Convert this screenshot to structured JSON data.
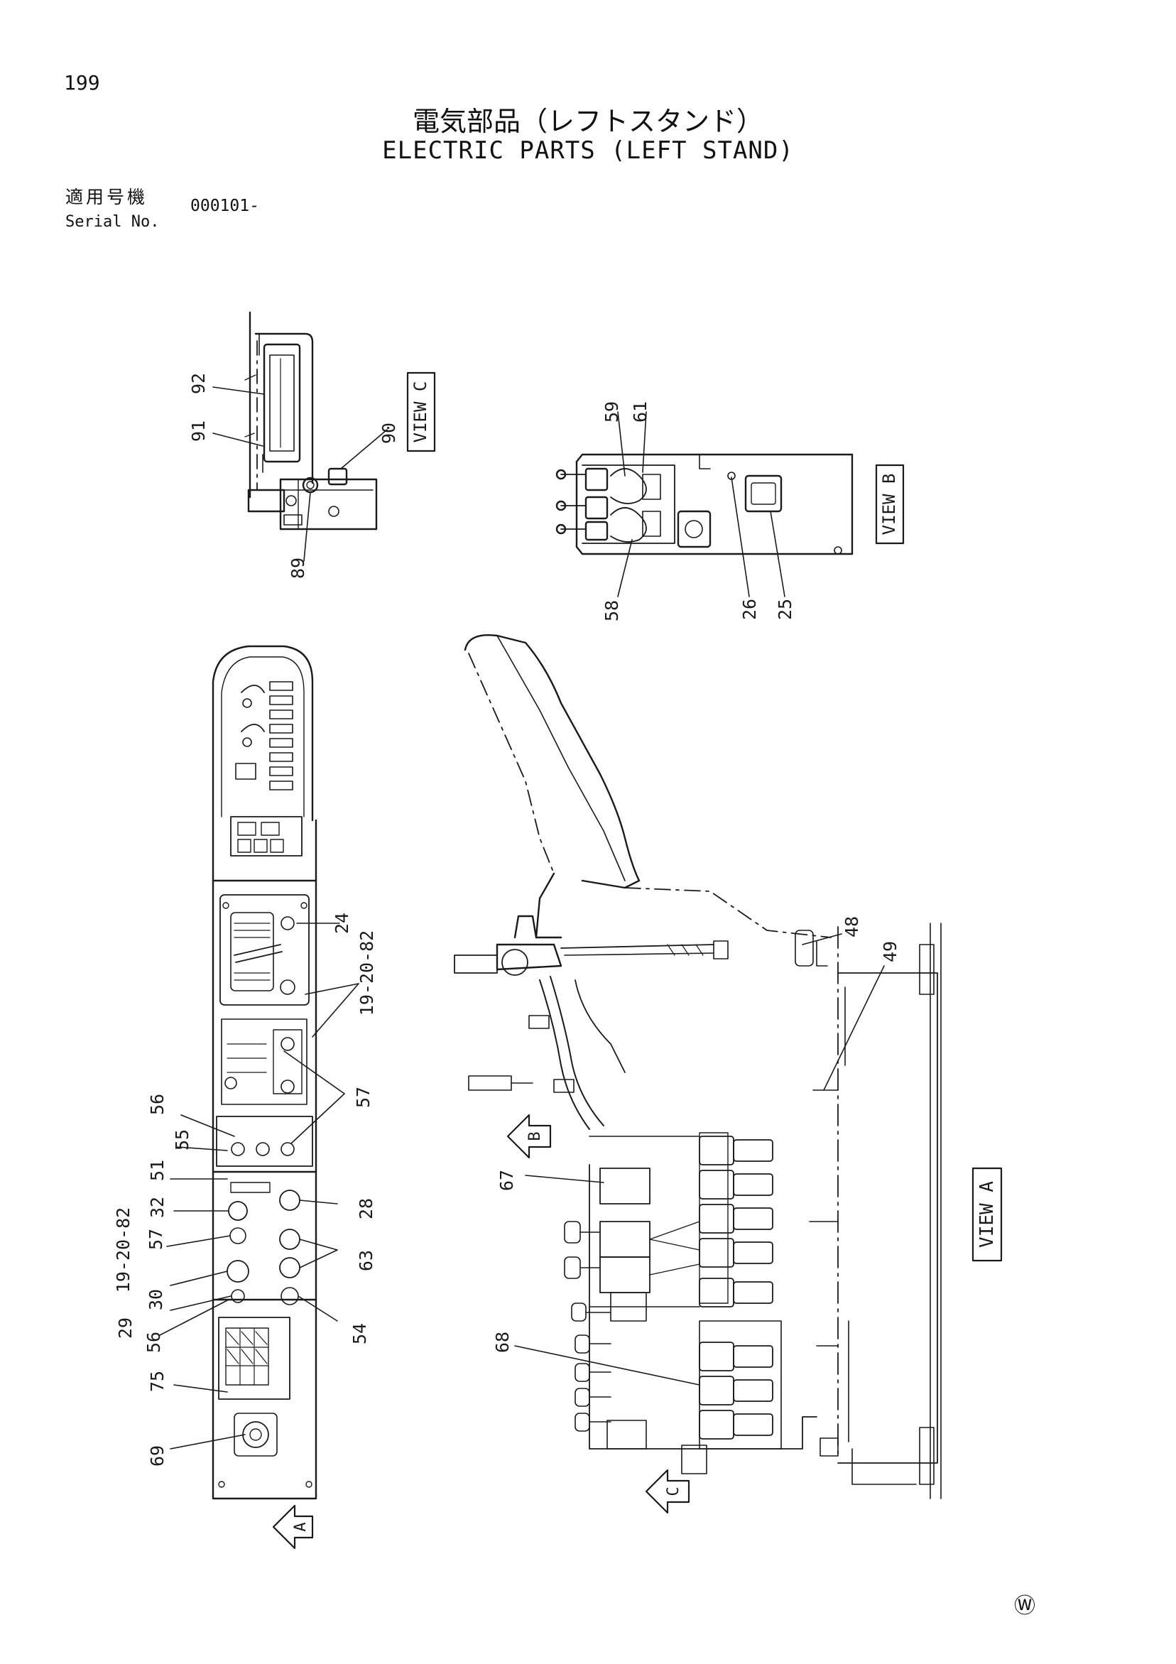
{
  "header": {
    "page_number": "199",
    "title_jp": "電気部品（レフトスタンド）",
    "title_en": "ELECTRIC PARTS (LEFT STAND)",
    "serial_label_jp": "適用号機",
    "serial_label_en": "Serial No.",
    "serial_value": "000101-"
  },
  "views": {
    "view_c": "VIEW C",
    "view_b": "VIEW B",
    "view_a": "VIEW A",
    "arrow_a": "A",
    "arrow_b": "B",
    "arrow_c": "C"
  },
  "callouts": {
    "c92": "92",
    "c91": "91",
    "c90": "90",
    "c89": "89",
    "c59": "59",
    "c61": "61",
    "c58": "58",
    "c26": "26",
    "c25": "25",
    "c24": "24",
    "c19_20_82_top": "19-20-82",
    "c56_top": "56",
    "c55": "55",
    "c57_right": "57",
    "c51": "51",
    "c32": "32",
    "c28": "28",
    "c19_20_82_left": "19-20-82",
    "c57_left": "57",
    "c63": "63",
    "c30": "30",
    "c29": "29",
    "c56_bottom": "56",
    "c54": "54",
    "c75": "75",
    "c69": "69",
    "c48": "48",
    "c49": "49",
    "c67": "67",
    "c68": "68"
  },
  "footer": {
    "copyright_mark": "Ⓦ"
  }
}
